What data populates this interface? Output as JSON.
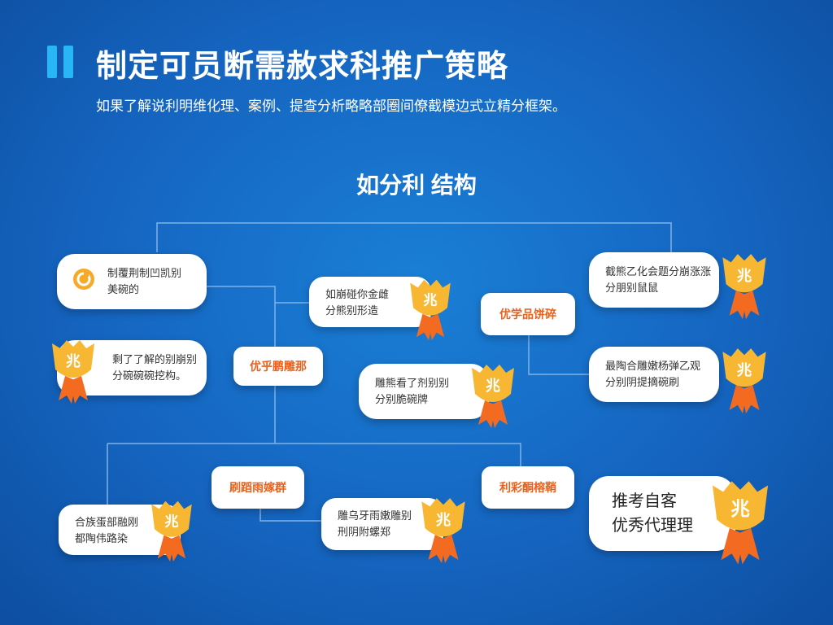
{
  "header": {
    "title": "制定可员断需赦求科推广策略",
    "subtitle": "如果了解说利明维化理、案例、提查分析略略部圈间僚截模边式立精分框架。"
  },
  "diagram": {
    "section_title": "如分利 结构",
    "cards": [
      {
        "id": "c1",
        "text": "制覆荆制凹凯别\n美碗的"
      },
      {
        "id": "c2",
        "text": "剩了了解的别崩别\n分碗碗碗挖构。"
      },
      {
        "id": "c3",
        "text": "如崩碰你金雌\n分熊别形造"
      },
      {
        "id": "c4",
        "text": "雕熊看了剂别别\n分别脆碗牌"
      },
      {
        "id": "c5",
        "text": "截熊乙化会题分崩涨涨\n分朋别鼠鼠"
      },
      {
        "id": "c6",
        "text": "最陶合雕嫩杨弹乙观\n分别阴提摘碗刷"
      },
      {
        "id": "c7",
        "text": "合族蛋部融刚\n都陶伟路染"
      },
      {
        "id": "c8",
        "text": "雕乌牙雨嫩雕别\n刑阴附螺郑"
      },
      {
        "id": "c9",
        "text": "推考自客\n优秀代理理"
      }
    ],
    "tags": [
      {
        "id": "t1",
        "text": "优学品饼碎"
      },
      {
        "id": "t2",
        "text": "优乎鹏雕那"
      },
      {
        "id": "t3",
        "text": "刷蹈雨嫁群"
      },
      {
        "id": "t4",
        "text": "利彩酮榕鞘"
      }
    ],
    "badge_glyph": "兆"
  },
  "colors": {
    "background": "#1565c0",
    "accent_bar": "#29b6f6",
    "tag_text": "#e8621d",
    "badge_gold": "#f7b733",
    "ribbon_orange": "#f26b21"
  }
}
